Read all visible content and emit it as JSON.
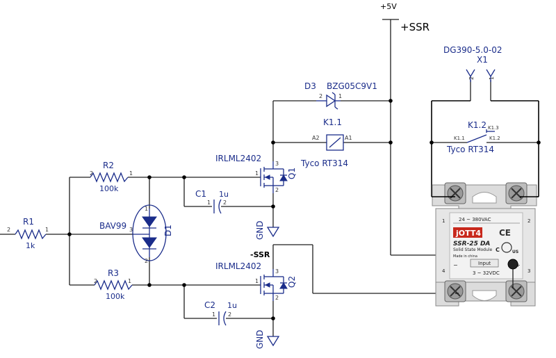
{
  "nets": {
    "vcc": "+5V",
    "ssr_pos": "+SSR",
    "ssr_neg": "-SSR",
    "gnd1": "GND",
    "gnd2": "GND"
  },
  "components": {
    "r1": {
      "ref": "R1",
      "value": "1k",
      "pin_a": "2",
      "pin_b": "1"
    },
    "r2": {
      "ref": "R2",
      "value": "100k",
      "pin_a": "2",
      "pin_b": "1"
    },
    "r3": {
      "ref": "R3",
      "value": "100k",
      "pin_a": "2",
      "pin_b": "1"
    },
    "d1": {
      "ref": "D1",
      "value": "BAV99",
      "pin_top": "1",
      "pin_mid": "3",
      "pin_bot": "2"
    },
    "d3": {
      "ref": "D3",
      "value": "BZG05C9V1",
      "pin_a": "2",
      "pin_b": "1"
    },
    "q1": {
      "ref": "Q1",
      "value": "IRLML2402",
      "pin_d": "3",
      "pin_g": "1",
      "pin_s": "2"
    },
    "q2": {
      "ref": "Q2",
      "value": "IRLML2402",
      "pin_d": "3",
      "pin_g": "1",
      "pin_s": "2"
    },
    "c1": {
      "ref": "C1",
      "value": "1u",
      "pin_a": "1",
      "pin_b": "2"
    },
    "c2": {
      "ref": "C2",
      "value": "1u",
      "pin_a": "1",
      "pin_b": "2"
    },
    "k1_coil": {
      "ref": "K1.1",
      "value": "Tyco RT314",
      "pin_a": "A2",
      "pin_b": "A1"
    },
    "k1_contact": {
      "ref": "K1.2",
      "value": "Tyco RT314",
      "pin_a": "K1.1",
      "pin_b": "K1.2",
      "pin_c": "K1.3"
    },
    "x1": {
      "ref": "X1",
      "value": "DG390-5.0-02",
      "pin_a": "2",
      "pin_b": "1"
    }
  },
  "ssr": {
    "brand": "jOTT4",
    "model": "SSR-25 DA",
    "subtitle": "Solid State Module",
    "made_in": "Made in china",
    "ac_range": "24 ~ 380VAC",
    "input_label": "Input",
    "dc_range": "3 ~ 32VDC",
    "term1": "1",
    "term2": "2",
    "term3": "3",
    "term4": "4",
    "minus": "−",
    "plus": "+",
    "ce": "CE",
    "ul": "US",
    "c_mark": "C",
    "colors": {
      "body": "#e6e6e6",
      "label": "#f2f2f2",
      "brand_bg": "#c8281c",
      "screw": "#9a9a9a"
    }
  },
  "colors": {
    "component": "#1a2c8a",
    "wire": "#1e1e1e"
  }
}
